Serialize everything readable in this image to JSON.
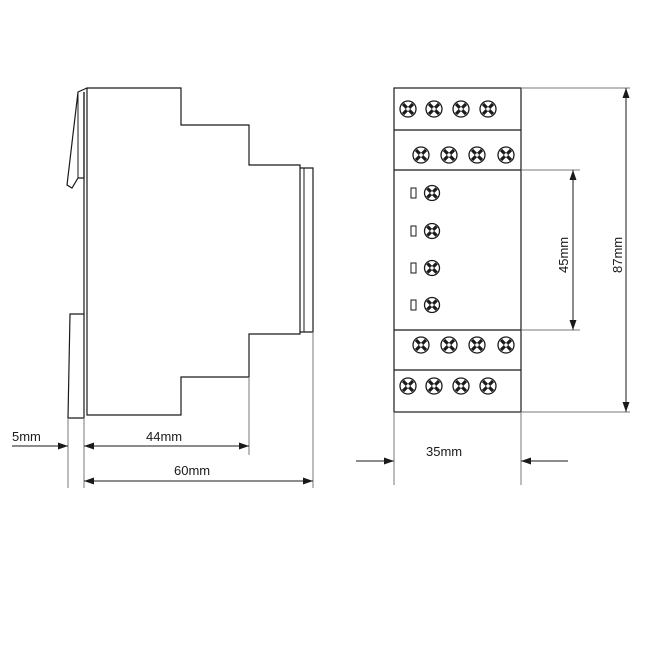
{
  "side_view": {
    "dimensions": {
      "flange_thickness": "5mm",
      "front_depth": "44mm",
      "total_depth": "60mm"
    }
  },
  "front_view": {
    "dimensions": {
      "width": "35mm",
      "window_height": "45mm",
      "total_height": "87mm"
    },
    "terminal_rows": [
      {
        "name": "top-outer",
        "count": 4
      },
      {
        "name": "top-inner",
        "count": 4
      },
      {
        "name": "bottom-inner",
        "count": 4
      },
      {
        "name": "bottom-outer",
        "count": 4
      }
    ],
    "adjusters": 4
  }
}
